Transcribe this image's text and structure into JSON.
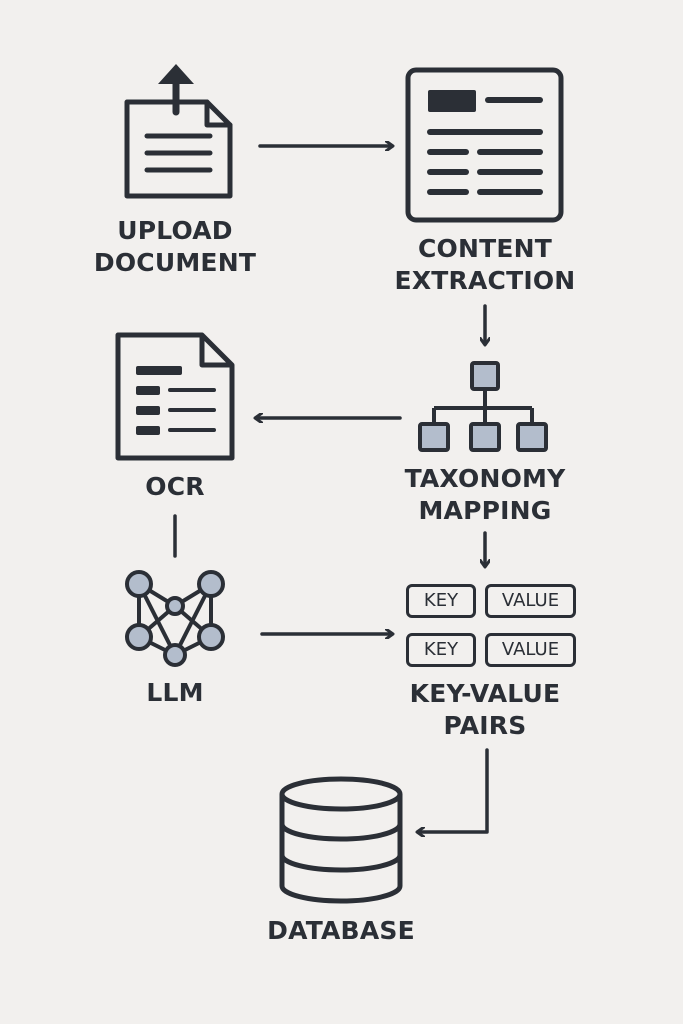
{
  "nodes": {
    "upload": {
      "line1": "UPLOAD",
      "line2": "DOCUMENT"
    },
    "extraction": {
      "line1": "CONTENT",
      "line2": "EXTRACTION"
    },
    "ocr": {
      "line1": "OCR"
    },
    "taxonomy": {
      "line1": "TAXONOMY",
      "line2": "MAPPING"
    },
    "llm": {
      "line1": "LLM"
    },
    "kv": {
      "line1": "KEY-VALUE",
      "line2": "PAIRS",
      "key_label": "KEY",
      "value_label": "VALUE"
    },
    "database": {
      "line1": "DATABASE"
    }
  },
  "colors": {
    "background": "#f2f0ee",
    "stroke": "#2b2f36",
    "node_fill": "#b3bdcc"
  }
}
